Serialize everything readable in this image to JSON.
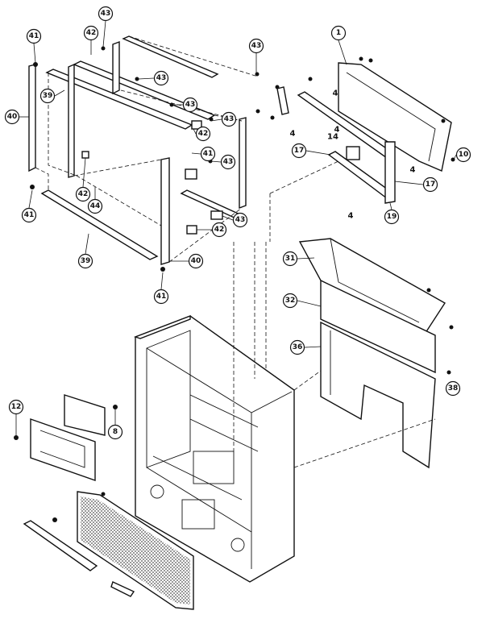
{
  "callouts": [
    {
      "label": "43"
    },
    {
      "label": "42"
    },
    {
      "label": "41"
    },
    {
      "label": "40"
    },
    {
      "label": "39"
    },
    {
      "label": "43"
    },
    {
      "label": "43"
    },
    {
      "label": "43"
    },
    {
      "label": "42"
    },
    {
      "label": "41"
    },
    {
      "label": "43"
    },
    {
      "label": "42"
    },
    {
      "label": "44"
    },
    {
      "label": "41"
    },
    {
      "label": "43"
    },
    {
      "label": "42"
    },
    {
      "label": "39"
    },
    {
      "label": "40"
    },
    {
      "label": "41"
    },
    {
      "label": "43"
    },
    {
      "label": "1"
    },
    {
      "label": "10"
    },
    {
      "label": "17"
    },
    {
      "label": "17"
    },
    {
      "label": "19"
    },
    {
      "label": "31"
    },
    {
      "label": "32"
    },
    {
      "label": "36"
    },
    {
      "label": "38"
    },
    {
      "label": "12"
    },
    {
      "label": "8"
    }
  ],
  "plain_labels": [
    {
      "label": "4"
    },
    {
      "label": "4"
    },
    {
      "label": "14"
    },
    {
      "label": "4"
    },
    {
      "label": "4"
    },
    {
      "label": "4"
    }
  ]
}
